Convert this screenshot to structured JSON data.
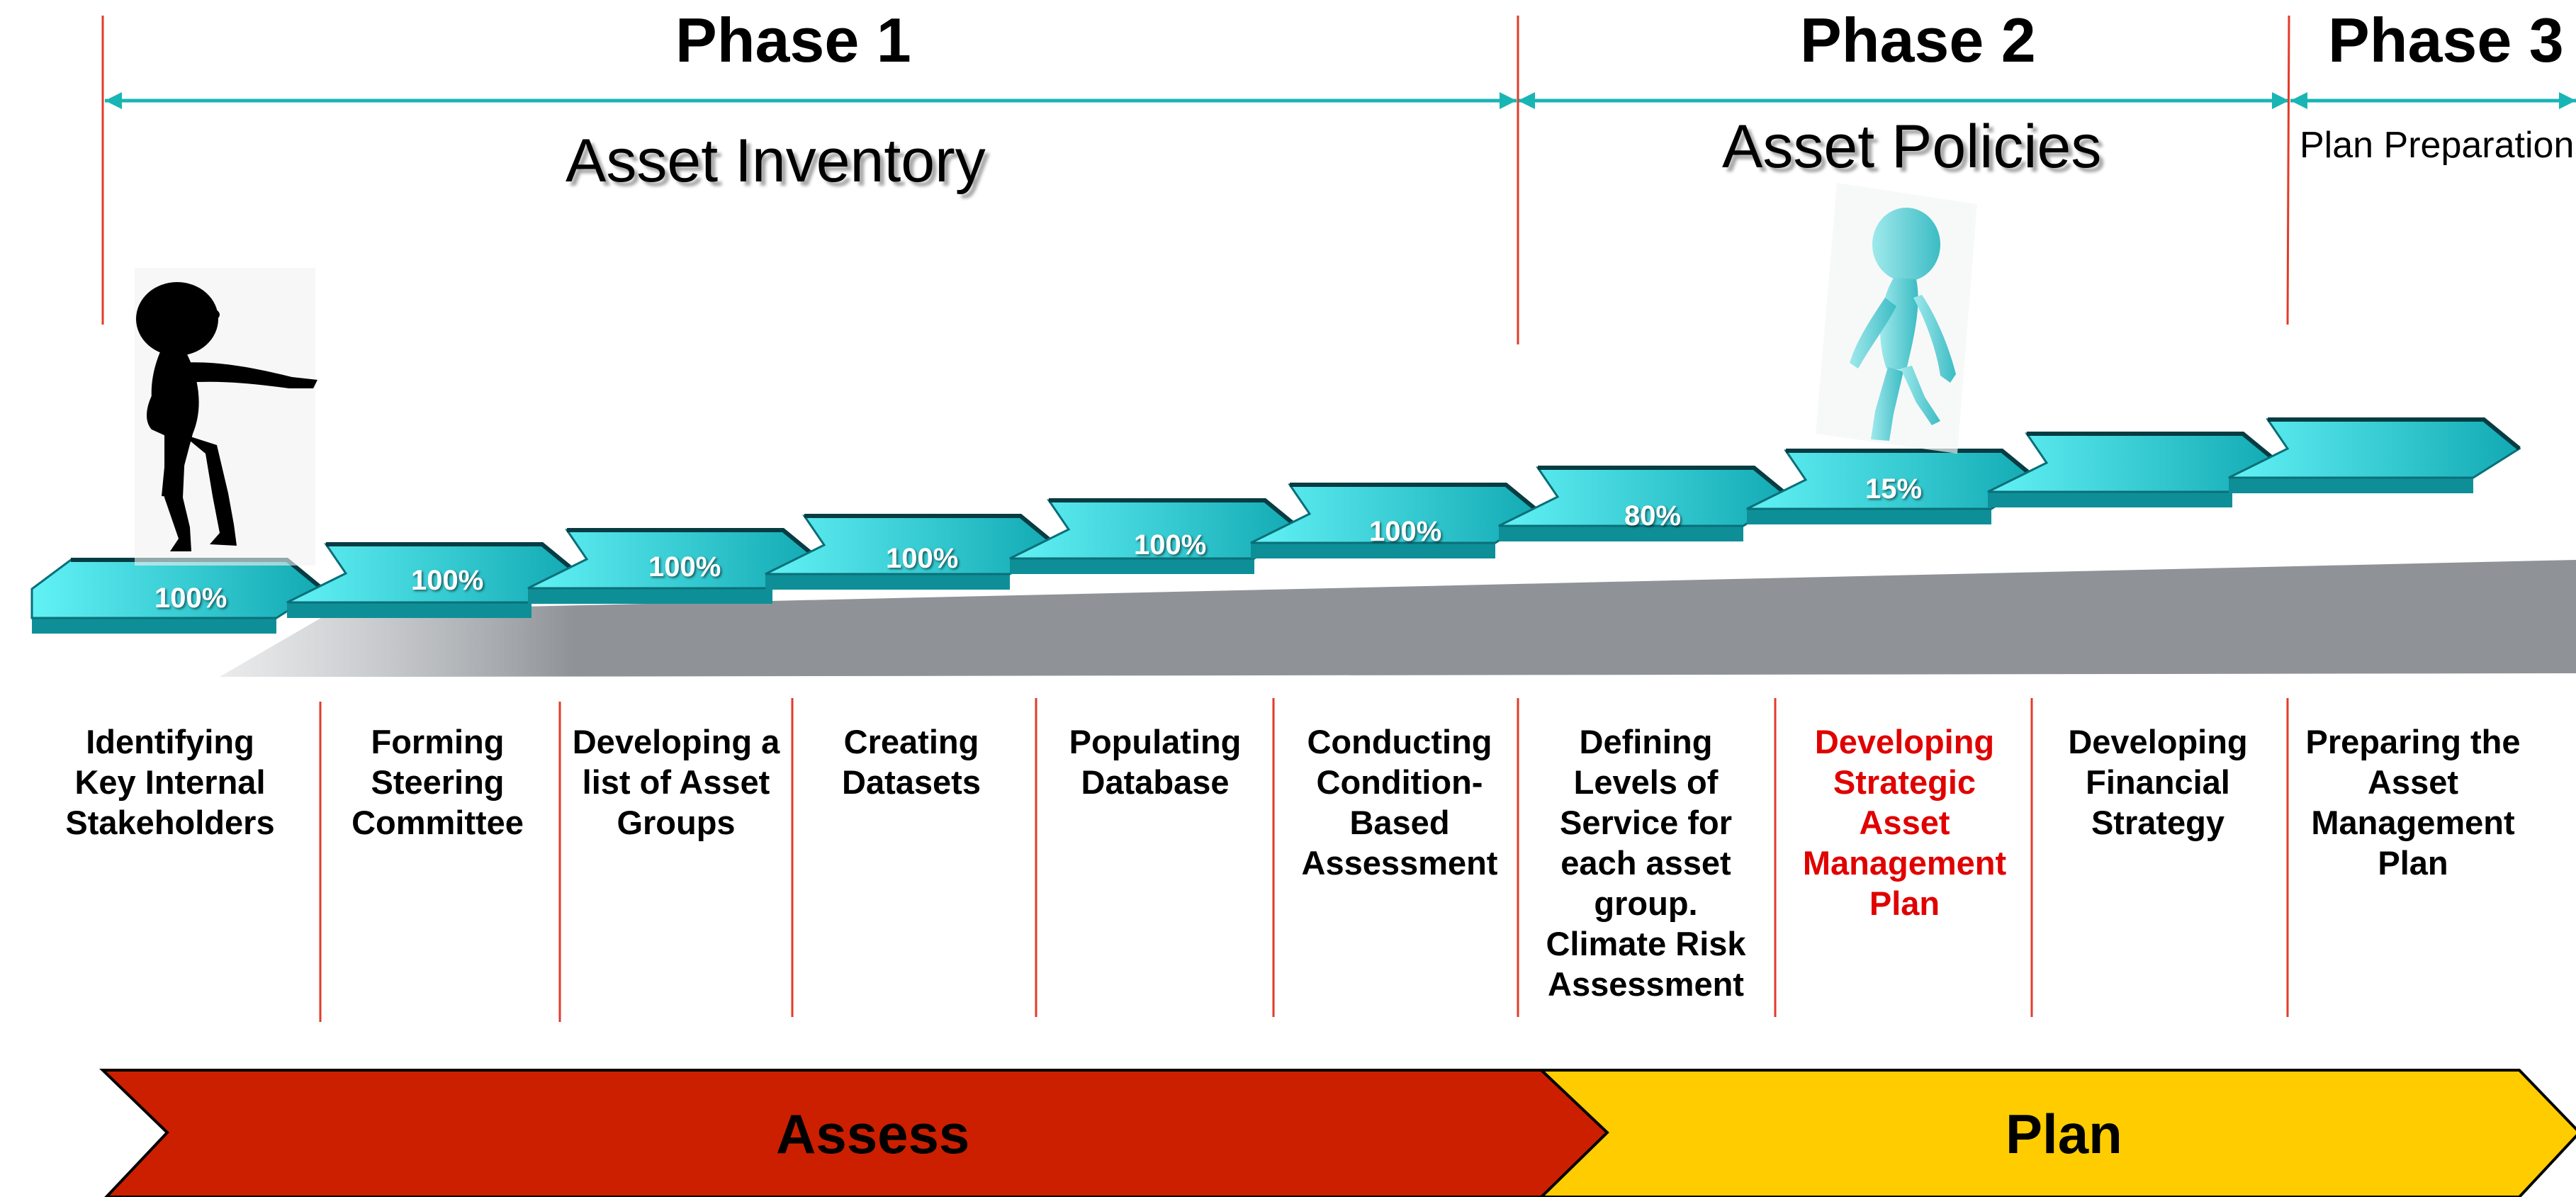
{
  "phases": [
    {
      "title": "Phase 1",
      "subtitle": "Asset Inventory"
    },
    {
      "title": "Phase 2",
      "subtitle": "Asset Policies"
    },
    {
      "title": "Phase 3",
      "subtitle": "Plan Preparation"
    }
  ],
  "steps": [
    {
      "label": "Identifying Key Internal Stakeholders",
      "progress": "100%"
    },
    {
      "label": "Forming Steering Committee",
      "progress": "100%"
    },
    {
      "label": "Developing a list of Asset Groups",
      "progress": "100%"
    },
    {
      "label": "Creating Datasets",
      "progress": "100%"
    },
    {
      "label": "Populating Database",
      "progress": "100%"
    },
    {
      "label": "Conducting Condition-Based Assessment",
      "progress": "100%"
    },
    {
      "label": "Defining Levels of Service for each asset group. Climate Risk Assessment",
      "progress": "80%"
    },
    {
      "label": "Developing Strategic Asset Management Plan",
      "progress": "15%",
      "highlight": true
    },
    {
      "label": "Developing Financial Strategy",
      "progress": ""
    },
    {
      "label": "Preparing the Asset Management Plan",
      "progress": ""
    }
  ],
  "bands": [
    {
      "label": "Assess",
      "color": "#cc1f00"
    },
    {
      "label": "Plan",
      "color": "#ffcc00"
    }
  ],
  "colors": {
    "step_light": "#5ff0f5",
    "step_dark": "#0e8f98",
    "divider": "#e23b2a",
    "bracket": "#19b5b5",
    "highlight_text": "#e00000",
    "shadow": "#8f9398"
  },
  "figures": [
    {
      "name": "pointing-silhouette-figure",
      "color": "#000000"
    },
    {
      "name": "walking-3d-figure",
      "color": "#5fd2d8"
    }
  ]
}
